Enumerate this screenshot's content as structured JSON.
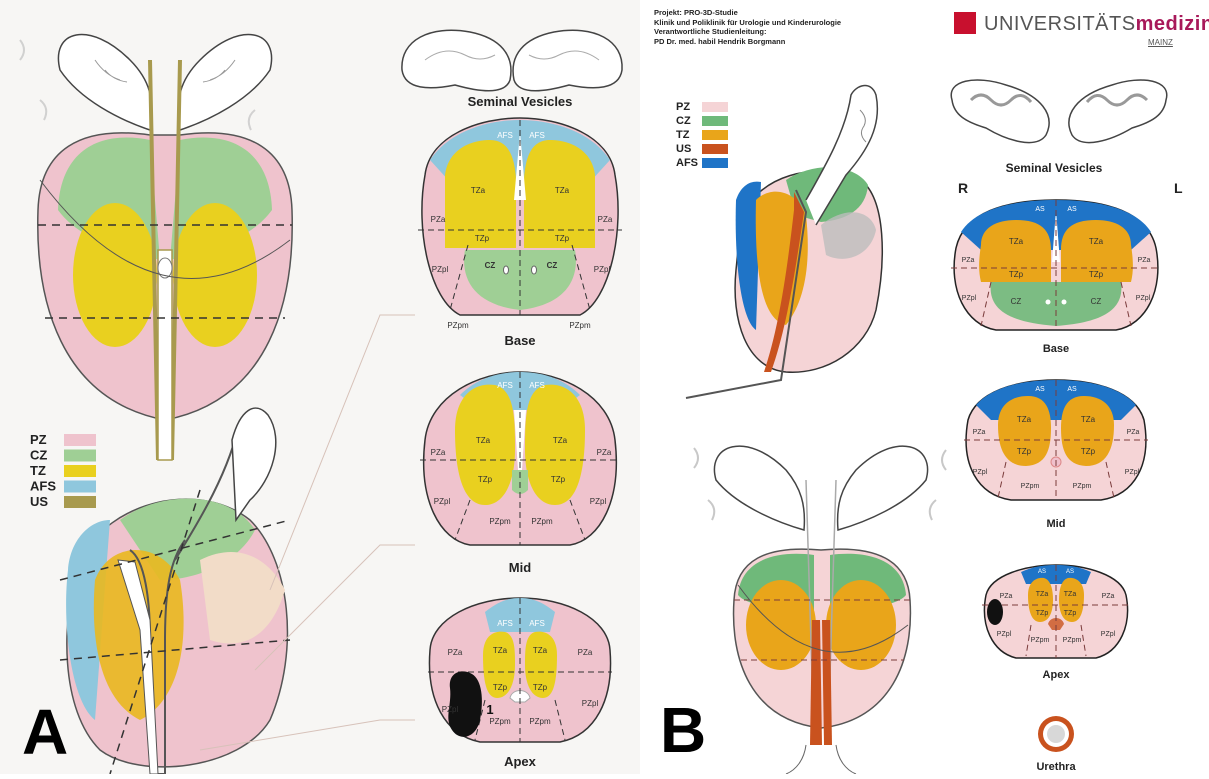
{
  "panels": {
    "A": {
      "letter": "A",
      "legend": [
        {
          "label": "PZ",
          "color": "#efc3cd"
        },
        {
          "label": "CZ",
          "color": "#9fcf95"
        },
        {
          "label": "TZ",
          "color": "#e9d01f"
        },
        {
          "label": "AFS",
          "color": "#8fc7dd"
        },
        {
          "label": "US",
          "color": "#a89a4e"
        }
      ],
      "seminal_vesicles_label": "Seminal Vesicles",
      "sections": {
        "base": {
          "title": "Base",
          "afs_left": "AFS",
          "afs_right": "AFS",
          "tza_left": "TZa",
          "tza_right": "TZa",
          "tzp_left": "TZp",
          "tzp_right": "TZp",
          "pza_left": "PZa",
          "pza_right": "PZa",
          "pzpl_left": "PZpl",
          "pzpl_right": "PZpl",
          "cz_left": "CZ",
          "cz_right": "CZ",
          "pzpm_left": "PZpm",
          "pzpm_right": "PZpm"
        },
        "mid": {
          "title": "Mid",
          "afs_left": "AFS",
          "afs_right": "AFS",
          "tza_left": "TZa",
          "tza_right": "TZa",
          "tzp_left": "TZp",
          "tzp_right": "TZp",
          "pza_left": "PZa",
          "pza_right": "PZa",
          "pzpl_left": "PZpl",
          "pzpl_right": "PZpl",
          "pzpm_left": "PZpm",
          "pzpm_right": "PZpm"
        },
        "apex": {
          "title": "Apex",
          "afs_left": "AFS",
          "afs_right": "AFS",
          "tza_left": "TZa",
          "tza_right": "TZa",
          "tzp_left": "TZp",
          "tzp_right": "TZp",
          "pza_left": "PZa",
          "pza_right": "PZa",
          "pzpl_left": "PZpl",
          "pzpl_right": "PZpl",
          "pzpm_left": "PZpm",
          "pzpm_right": "PZpm",
          "lesion_number": "1"
        }
      }
    },
    "B": {
      "letter": "B",
      "header_lines": [
        "Projekt: PRO-3D-Studie",
        "Klinik und Poliklinik für Urologie und Kinderurologie",
        "Verantwortliche Studienleitung:",
        "PD Dr. med. habil Hendrik Borgmann"
      ],
      "logo": {
        "prefix": "UNIVERSITÄTS",
        "suffix": "medizin.",
        "sub": "MAINZ"
      },
      "legend": [
        {
          "label": "PZ",
          "color": "#f5d4d6"
        },
        {
          "label": "CZ",
          "color": "#6fb97a"
        },
        {
          "label": "TZ",
          "color": "#e9a51a"
        },
        {
          "label": "US",
          "color": "#c9521e"
        },
        {
          "label": "AFS",
          "color": "#1f74c7"
        }
      ],
      "seminal_vesicles_label": "Seminal Vesicles",
      "side_right": "R",
      "side_left": "L",
      "urethra_label": "Urethra",
      "sections": {
        "base": {
          "title": "Base",
          "as_left": "AS",
          "as_right": "AS",
          "tza_left": "TZa",
          "tza_right": "TZa",
          "tzp_left": "TZp",
          "tzp_right": "TZp",
          "pza_left": "PZa",
          "pza_right": "PZa",
          "pzpl_left": "PZpl",
          "pzpl_right": "PZpl",
          "cz_left": "CZ",
          "cz_right": "CZ"
        },
        "mid": {
          "title": "Mid",
          "as_left": "AS",
          "as_right": "AS",
          "tza_left": "TZa",
          "tza_right": "TZa",
          "tzp_left": "TZp",
          "tzp_right": "TZp",
          "pza_left": "PZa",
          "pza_right": "PZa",
          "pzpl_left": "PZpl",
          "pzpl_right": "PZpl",
          "pzpm_left": "PZpm",
          "pzpm_right": "PZpm"
        },
        "apex": {
          "title": "Apex",
          "as_left": "AS",
          "as_right": "AS",
          "tza_left": "TZa",
          "tza_right": "TZa",
          "tzp_left": "TZp",
          "tzp_right": "TZp",
          "pza_left": "PZa",
          "pza_right": "PZa",
          "pzpl_left": "PZpl",
          "pzpl_right": "PZpl",
          "pzpm_left": "PZpm",
          "pzpm_right": "PZpm"
        }
      }
    }
  }
}
